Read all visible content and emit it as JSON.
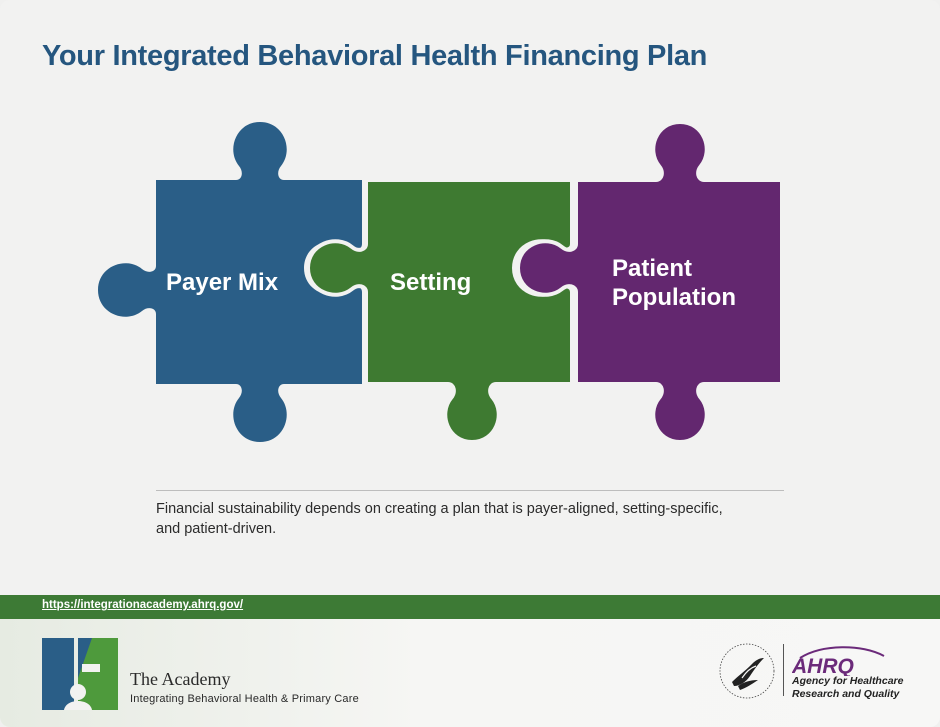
{
  "title": "Your Integrated Behavioral Health Financing Plan",
  "pieces": [
    {
      "label": "Payer Mix",
      "color": "#2a5e87"
    },
    {
      "label": "Setting",
      "color": "#3e7a31"
    },
    {
      "label_line1": "Patient",
      "label_line2": "Population",
      "color": "#63276f"
    }
  ],
  "caption_line1": "Financial sustainability depends on creating a plan that is payer-aligned, setting-specific,",
  "caption_line2": "and patient-driven.",
  "url": "https://integrationacademy.ahrq.gov/",
  "academy": {
    "name": "The Academy",
    "subtitle": "Integrating Behavioral Health & Primary Care"
  },
  "ahrq": {
    "mark": "AHRQ",
    "line1": "Agency for Healthcare",
    "line2": "Research and Quality"
  },
  "colors": {
    "title": "#25567f",
    "bar": "#3d7a35",
    "ahrq_purple": "#6b2a7a"
  }
}
